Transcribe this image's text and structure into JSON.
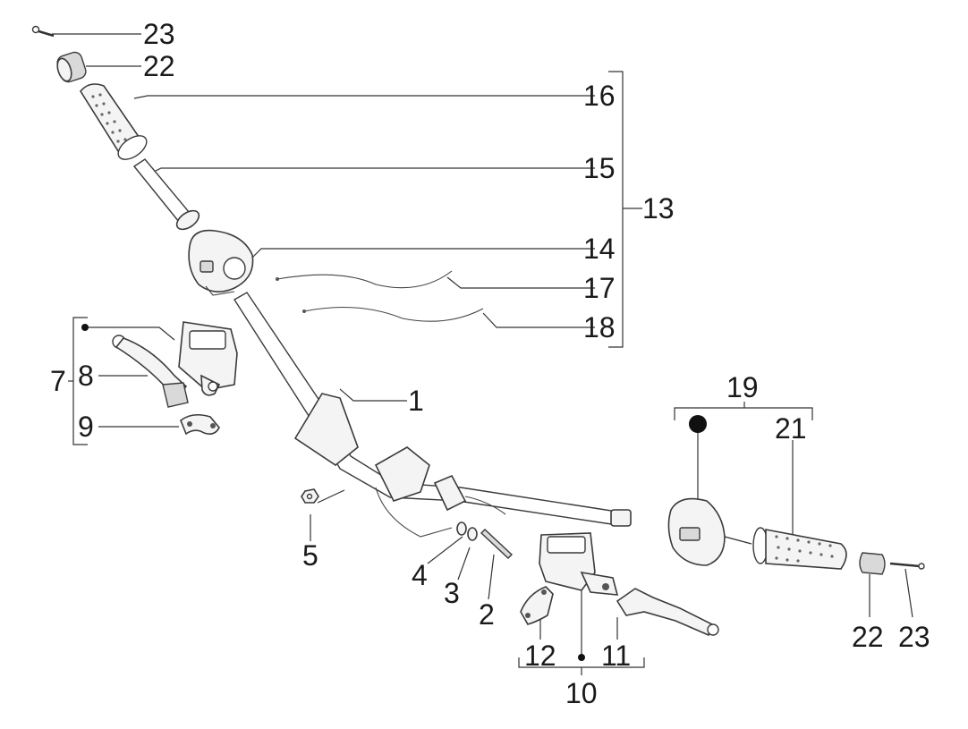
{
  "labels": {
    "p1": "1",
    "p2": "2",
    "p3": "3",
    "p4": "4",
    "p5": "5",
    "p7": "7",
    "p8": "8",
    "p9": "9",
    "p10": "10",
    "p11": "11",
    "p12": "12",
    "p13": "13",
    "p14": "14",
    "p15": "15",
    "p16": "16",
    "p17": "17",
    "p18": "18",
    "p19": "19",
    "p21": "21",
    "p22_left": "22",
    "p23_left": "23",
    "p22_right": "22",
    "p23_right": "23"
  },
  "colors": {
    "line": "#333333",
    "text": "#1a1a1a",
    "fill": "#f4f4f4"
  }
}
